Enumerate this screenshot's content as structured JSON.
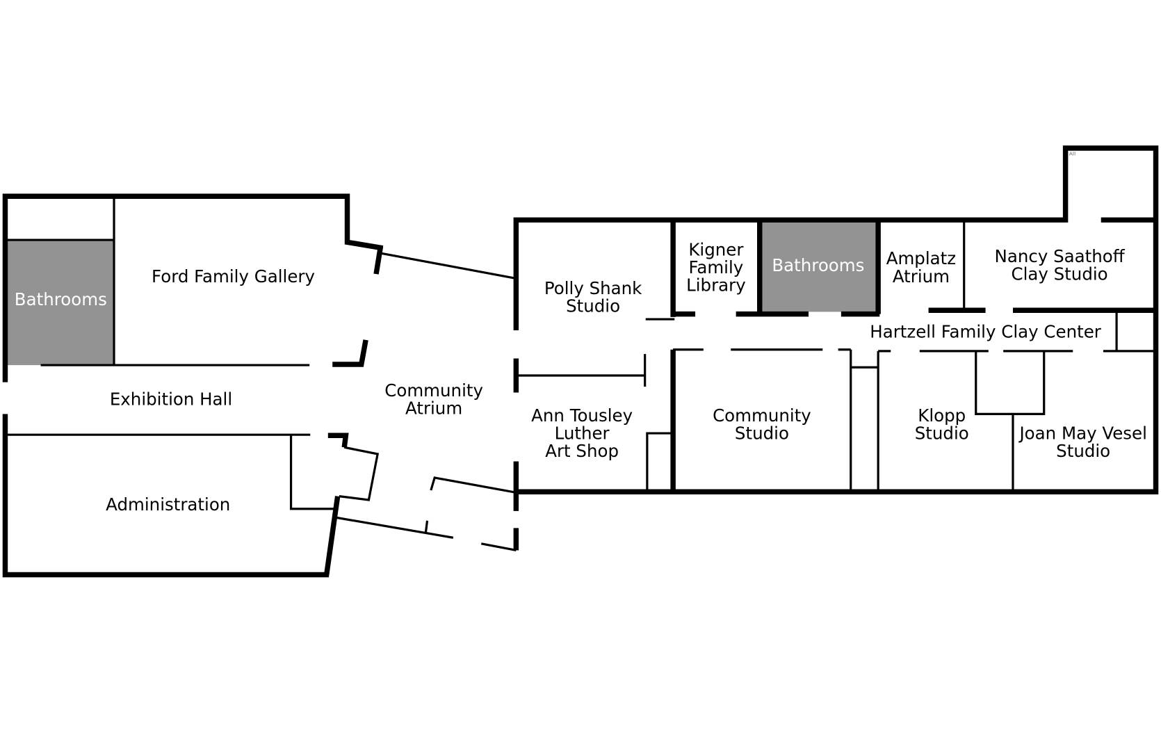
{
  "title": "Floor Plan",
  "colors": {
    "wall": "#000000",
    "background": "#ffffff",
    "bathroom_fill": "#939393",
    "bathroom_text": "#ffffff"
  },
  "corner_mark": "All",
  "rooms": {
    "bathrooms_west": {
      "lines": [
        "Bathrooms"
      ]
    },
    "ford_family_gallery": {
      "lines": [
        "Ford Family Gallery"
      ]
    },
    "exhibition_hall": {
      "lines": [
        "Exhibition Hall"
      ]
    },
    "administration": {
      "lines": [
        "Administration"
      ]
    },
    "community_atrium": {
      "lines": [
        "Community",
        "Atrium"
      ]
    },
    "polly_shank_studio": {
      "lines": [
        "Polly Shank",
        "Studio"
      ]
    },
    "kigner_family_library": {
      "lines": [
        "Kigner",
        "Family",
        "Library"
      ]
    },
    "bathrooms_east": {
      "lines": [
        "Bathrooms"
      ]
    },
    "amplatz_atrium": {
      "lines": [
        "Amplatz",
        "Atrium"
      ]
    },
    "nancy_saathoff_clay_studio": {
      "lines": [
        "Nancy Saathoff",
        "Clay Studio"
      ]
    },
    "hartzell_family_clay_center": {
      "lines": [
        "Hartzell Family Clay Center"
      ]
    },
    "ann_tousley_luther_art_shop": {
      "lines": [
        "Ann Tousley",
        "Luther",
        "Art Shop"
      ]
    },
    "community_studio": {
      "lines": [
        "Community",
        "Studio"
      ]
    },
    "klopp_studio": {
      "lines": [
        "Klopp",
        "Studio"
      ]
    },
    "joan_may_vesel_studio": {
      "lines": [
        "Joan May Vesel",
        "Studio"
      ]
    }
  }
}
